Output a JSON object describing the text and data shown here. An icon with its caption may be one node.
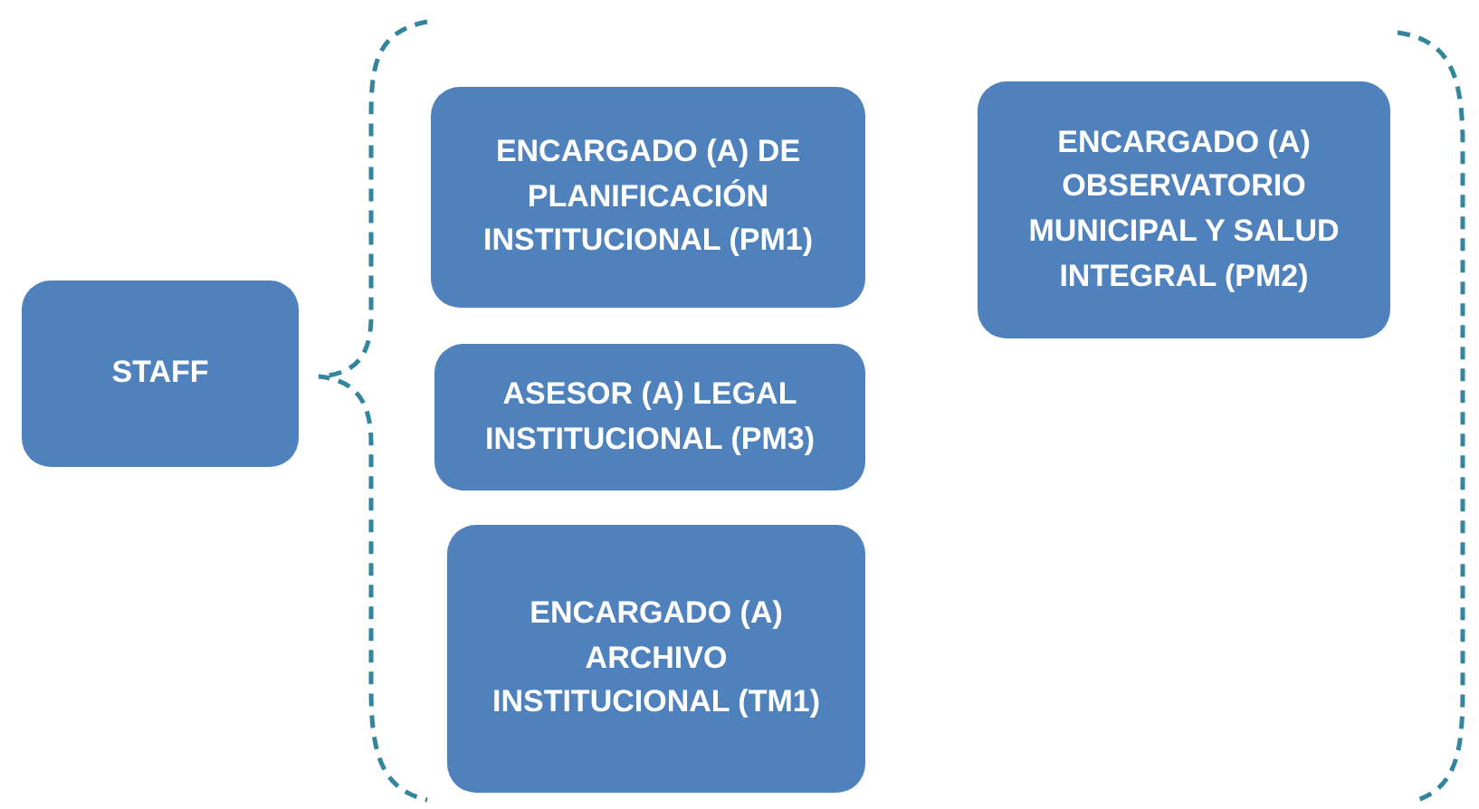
{
  "diagram": {
    "nodes": [
      {
        "text": [
          "STAFF"
        ]
      },
      {
        "text": [
          "ENCARGADO (A) DE PLANIFICACIÓN INSTITUCIONAL (PM1)"
        ]
      },
      {
        "text": [
          "ENCARGADO (A) OBSERVATORIO MUNICIPAL Y SALUD INTEGRAL (PM2)"
        ]
      },
      {
        "text": [
          "ASESOR (A) LEGAL INSTITUCIONAL (PM3)"
        ]
      },
      {
        "text": [
          "ENCARGADO (A) ARCHIVO INSTITUCIONAL (TM1)"
        ]
      }
    ]
  }
}
